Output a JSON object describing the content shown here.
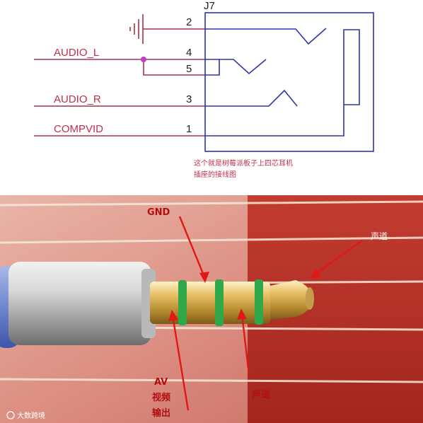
{
  "schematic": {
    "ref": "J7",
    "nets": [
      {
        "label": "AUDIO_L",
        "pin": "4"
      },
      {
        "label": "AUDIO_R",
        "pin": "3"
      },
      {
        "label": "COMPVID",
        "pin": "1"
      }
    ],
    "pins": {
      "gnd": "2",
      "tip_l": "4",
      "tip_l2": "5",
      "ring_r": "3",
      "sleeve": "1"
    },
    "caption_line1": "这个就是树莓派板子上四芯耳机",
    "caption_line2": "插座的接线图",
    "colors": {
      "wire": "#a8324a",
      "body": "#2a35a8",
      "node": "#c040c0"
    }
  },
  "photo": {
    "annotations": {
      "gnd": "GND",
      "channel_top": "声道",
      "channel_bottom": "声道",
      "av_line1": "AV",
      "av_line2": "视频",
      "av_line3": "输出"
    },
    "watermark": "大数跨境",
    "colors": {
      "arrow": "#e01818",
      "ring": "#2fa84a",
      "metal": "#d8a640"
    }
  }
}
